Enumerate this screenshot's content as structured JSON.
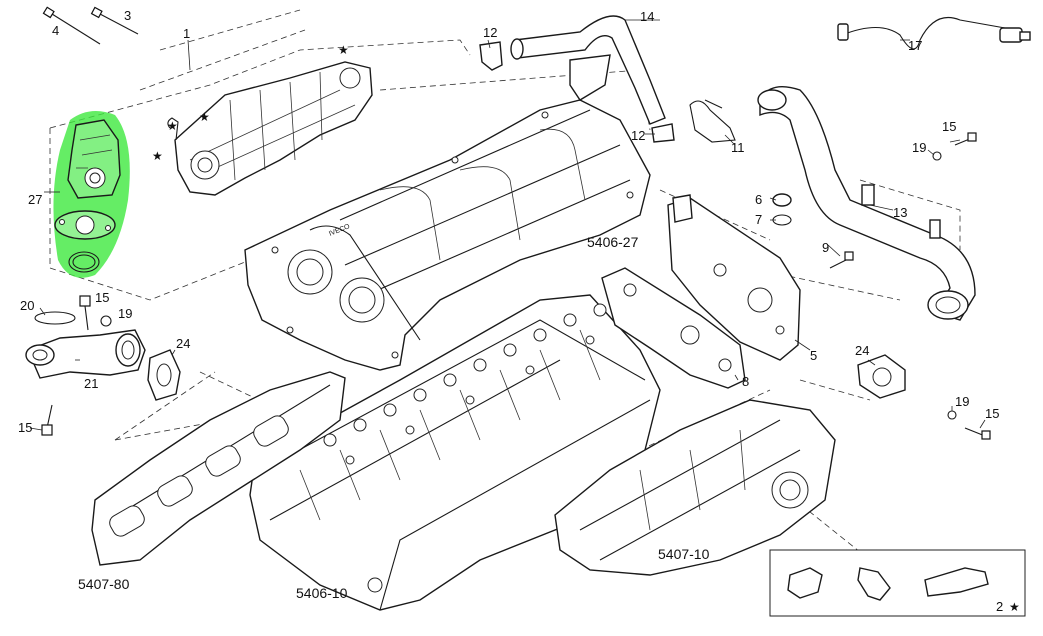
{
  "diagram": {
    "highlight_color": "#3ee83e",
    "callouts": {
      "c1": "1",
      "c2": "2",
      "c3": "3",
      "c4": "4",
      "c5": "5",
      "c6": "6",
      "c7": "7",
      "c8": "8",
      "c9": "9",
      "c11": "11",
      "c12a": "12",
      "c12b": "12",
      "c13": "13",
      "c14": "14",
      "c15a": "15",
      "c15b": "15",
      "c15c": "15",
      "c15d": "15",
      "c17": "17",
      "c19a": "19",
      "c19b": "19",
      "c19c": "19",
      "c20": "20",
      "c21": "21",
      "c24a": "24",
      "c24b": "24",
      "c27": "27"
    },
    "group_codes": {
      "g540627": "5406-27",
      "g540710": "5407-10",
      "g540780": "5407-80",
      "g540610": "5406-10"
    },
    "star": "★",
    "brand_marking": "IVECO"
  }
}
